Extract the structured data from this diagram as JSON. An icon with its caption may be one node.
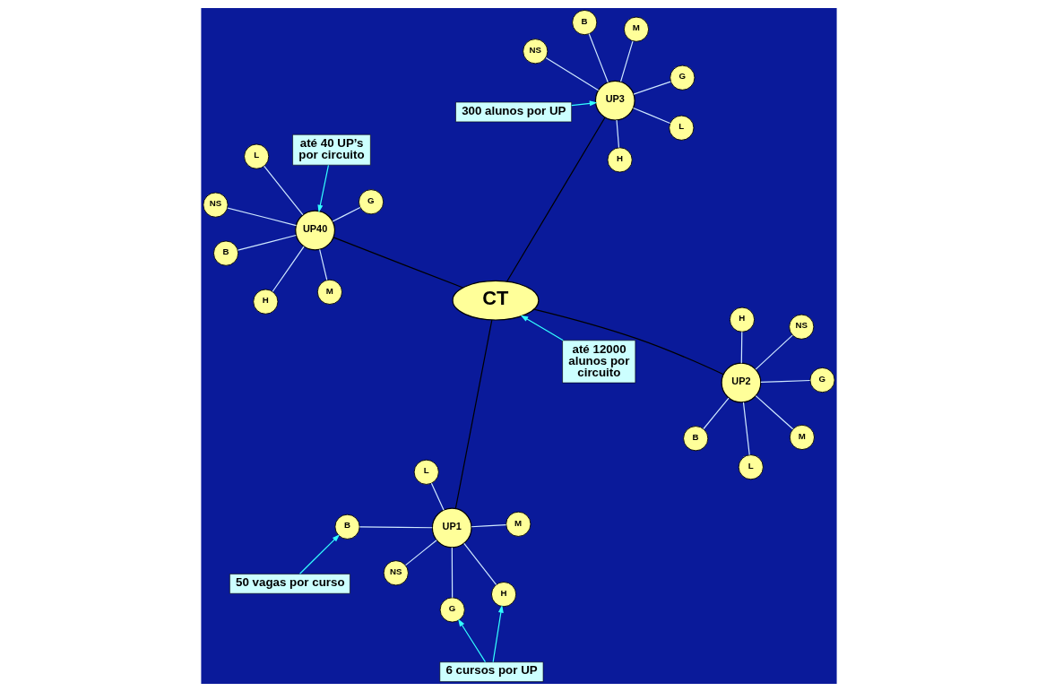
{
  "diagram": {
    "nodes": [
      {
        "text": [
          "CT"
        ]
      },
      {
        "text": [
          "UP1"
        ]
      },
      {
        "text": [
          "M"
        ]
      },
      {
        "text": [
          "B"
        ]
      },
      {
        "text": [
          "L"
        ]
      },
      {
        "text": [
          "G"
        ]
      },
      {
        "text": [
          "NS"
        ]
      },
      {
        "text": [
          "H"
        ]
      },
      {
        "text": [
          "UP2"
        ]
      },
      {
        "text": [
          "M"
        ]
      },
      {
        "text": [
          "L"
        ]
      },
      {
        "text": [
          "B"
        ]
      },
      {
        "text": [
          "G"
        ]
      },
      {
        "text": [
          "NS"
        ]
      },
      {
        "text": [
          "H"
        ]
      },
      {
        "text": [
          "UP40"
        ]
      },
      {
        "text": [
          "M"
        ]
      },
      {
        "text": [
          "L"
        ]
      },
      {
        "text": [
          "B"
        ]
      },
      {
        "text": [
          "NS"
        ]
      },
      {
        "text": [
          "G"
        ]
      },
      {
        "text": [
          "H"
        ]
      },
      {
        "text": [
          "UP3"
        ]
      },
      {
        "text": [
          "M"
        ]
      },
      {
        "text": [
          "B"
        ]
      },
      {
        "text": [
          "L"
        ]
      },
      {
        "text": [
          "G"
        ]
      },
      {
        "text": [
          "NS"
        ]
      },
      {
        "text": [
          "H"
        ]
      },
      {
        "text": [
          "até 12000 alunos por circuito"
        ]
      },
      {
        "text": [
          "50 vagas por curso"
        ]
      },
      {
        "text": [
          "6 cursos por UP"
        ]
      },
      {
        "text": [
          "300 alunos por UP"
        ]
      },
      {
        "text": [
          "até 40 UP’s por circuito"
        ]
      }
    ],
    "edges": [
      {
        "from": 0,
        "to": 1,
        "arrow": "none",
        "color": "#000000"
      },
      {
        "from": 0,
        "to": 8,
        "arrow": "none",
        "color": "#000000"
      },
      {
        "from": 0,
        "to": 15,
        "arrow": "none",
        "color": "#000000"
      },
      {
        "from": 0,
        "to": 22,
        "arrow": "none",
        "color": "#000000"
      },
      {
        "from": 1,
        "to": 2,
        "arrow": "none"
      },
      {
        "from": 1,
        "to": 3,
        "arrow": "none"
      },
      {
        "from": 1,
        "to": 4,
        "arrow": "none"
      },
      {
        "from": 1,
        "to": 5,
        "arrow": "none"
      },
      {
        "from": 1,
        "to": 6,
        "arrow": "none"
      },
      {
        "from": 1,
        "to": 7,
        "arrow": "none"
      },
      {
        "from": 8,
        "to": 9,
        "arrow": "none"
      },
      {
        "from": 8,
        "to": 10,
        "arrow": "none"
      },
      {
        "from": 8,
        "to": 11,
        "arrow": "none"
      },
      {
        "from": 8,
        "to": 12,
        "arrow": "none"
      },
      {
        "from": 8,
        "to": 13,
        "arrow": "none"
      },
      {
        "from": 8,
        "to": 14,
        "arrow": "none"
      },
      {
        "from": 15,
        "to": 16,
        "arrow": "none"
      },
      {
        "from": 15,
        "to": 17,
        "arrow": "none"
      },
      {
        "from": 15,
        "to": 18,
        "arrow": "none"
      },
      {
        "from": 15,
        "to": 19,
        "arrow": "none"
      },
      {
        "from": 15,
        "to": 20,
        "arrow": "none"
      },
      {
        "from": 15,
        "to": 21,
        "arrow": "none"
      },
      {
        "from": 22,
        "to": 23,
        "arrow": "none"
      },
      {
        "from": 22,
        "to": 24,
        "arrow": "none"
      },
      {
        "from": 22,
        "to": 25,
        "arrow": "none"
      },
      {
        "from": 22,
        "to": 26,
        "arrow": "none"
      },
      {
        "from": 22,
        "to": 27,
        "arrow": "none"
      },
      {
        "from": 22,
        "to": 28,
        "arrow": "none"
      },
      {
        "from": 29,
        "to": 0,
        "arrow": "to",
        "color": "#33ffff"
      },
      {
        "from": 30,
        "to": 3,
        "arrow": "to",
        "color": "#33ffff"
      },
      {
        "from": 31,
        "to": 5,
        "arrow": "to",
        "color": "#33ffff"
      },
      {
        "from": 31,
        "to": 7,
        "arrow": "to",
        "color": "#33ffff"
      },
      {
        "from": 32,
        "to": 22,
        "arrow": "to",
        "color": "#33ffff"
      },
      {
        "from": 33,
        "to": 15,
        "arrow": "to",
        "color": "#33ffff"
      }
    ]
  }
}
